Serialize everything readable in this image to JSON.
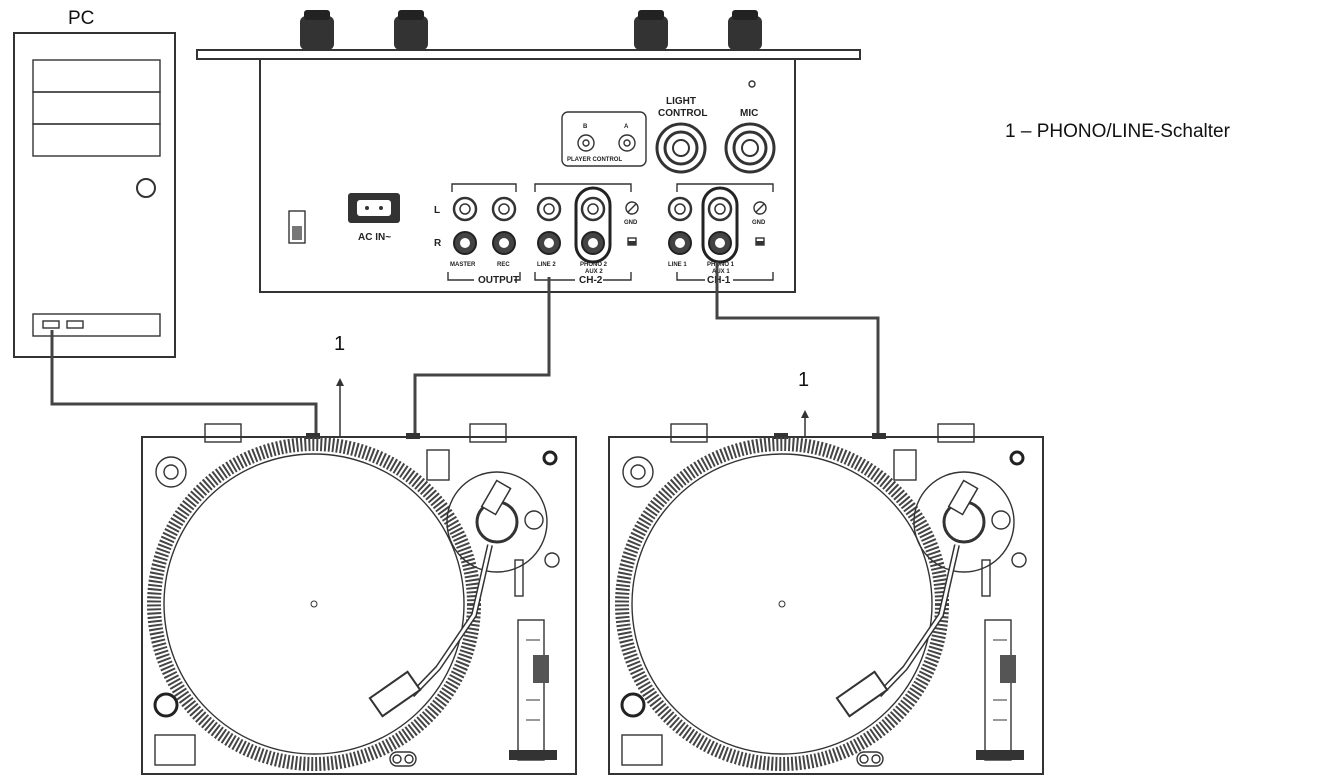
{
  "pc": {
    "label": "PC"
  },
  "legend": {
    "text": "1 – PHONO/LINE-Schalter"
  },
  "mixer": {
    "ac_in": "AC IN~",
    "channel_l": "L",
    "channel_r": "R",
    "master": "MASTER",
    "rec": "REC",
    "output": "OUTPUT",
    "line2": "LINE 2",
    "phono2": "PHONO 2",
    "aux2": "AUX 2",
    "ch2": "CH-2",
    "line1": "LINE 1",
    "phono1": "PHONO 1",
    "aux1": "AUX 1",
    "ch1": "CH-1",
    "gnd": "GND",
    "light_control_1": "LIGHT",
    "light_control_2": "CONTROL",
    "mic": "MIC",
    "player_control": "PLAYER CONTROL",
    "player_b": "B",
    "player_a": "A"
  },
  "callouts": {
    "left": "1",
    "right": "1"
  }
}
